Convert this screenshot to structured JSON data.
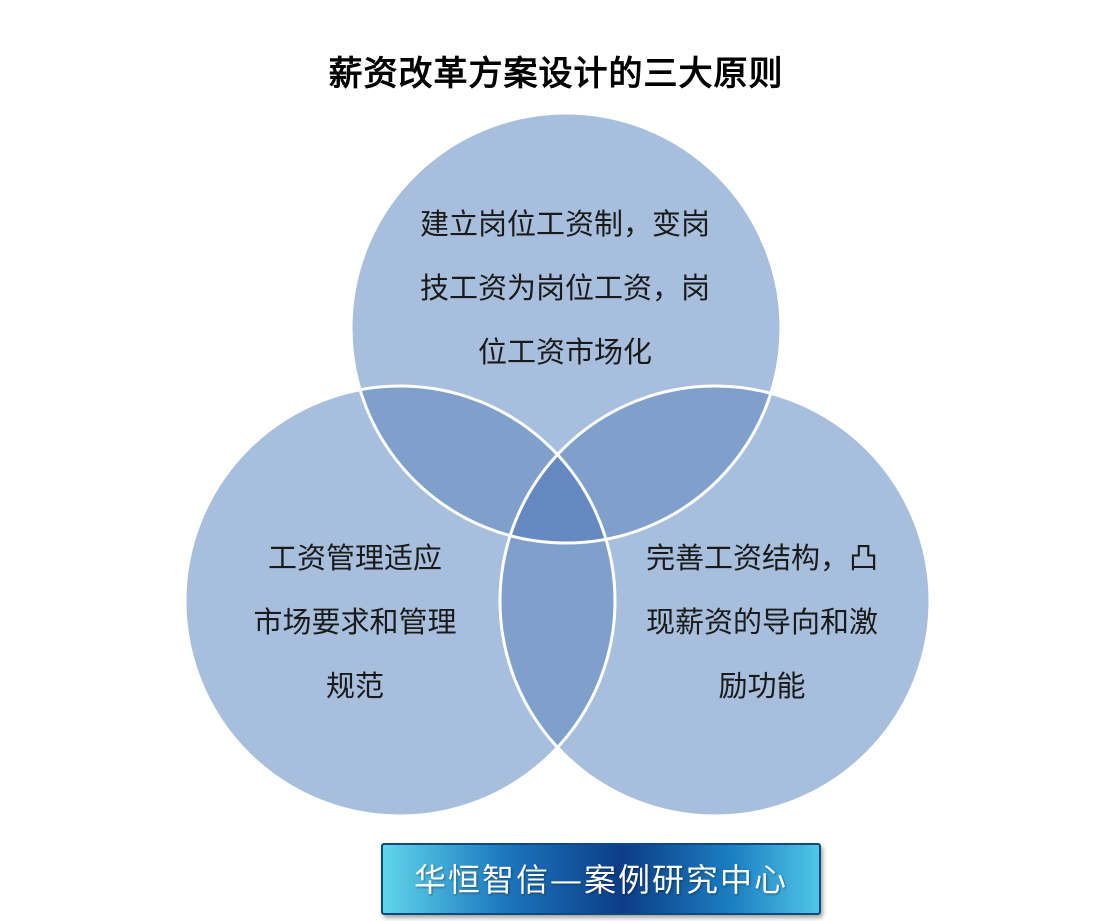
{
  "title": "薪资改革方案设计的三大原则",
  "circles": {
    "top": {
      "lines": [
        "建立岗位工资制，变岗",
        "技工资为岗位工资，岗",
        "位工资市场化"
      ]
    },
    "left": {
      "lines": [
        "工资管理适应",
        "市场要求和管理",
        "规范"
      ]
    },
    "right": {
      "lines": [
        "完善工资结构，凸",
        "现薪资的导向和激",
        "励功能"
      ]
    }
  },
  "colors": {
    "circle_fill": "#a7bfdc",
    "overlap_two": "#7ea0cb",
    "overlap_three": "#6488bf",
    "circle_stroke": "#ffffff"
  },
  "banner": {
    "text": "华恒智信—案例研究中心"
  }
}
